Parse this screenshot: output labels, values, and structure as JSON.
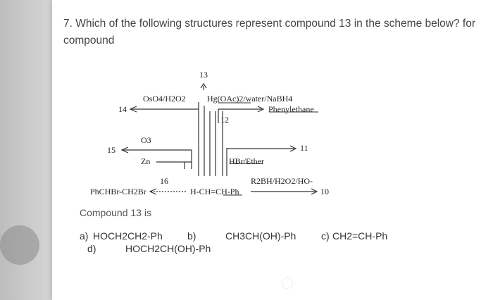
{
  "question": {
    "line1": "7. Which of the following structures represent compound 13 in the scheme below? for",
    "line2": "compound"
  },
  "scheme": {
    "num_13": "13",
    "num_14": "14",
    "num_15": "15",
    "num_16": "16",
    "num_12": "12",
    "num_11": "11",
    "num_10": "10",
    "reagent_oso4": "OsO4/H2O2",
    "reagent_o3": "O3",
    "reagent_zn": "Zn",
    "reagent_hg": "Hg(OAc)2/water/NaBH4",
    "reagent_hbr": "HBr/Ether",
    "reagent_borane": "R2BH/H2O2/HO-",
    "product_phenylethane": "Phenylethane",
    "dibromide": "PhCHBr-CH2Br",
    "alkene": "H-CH=CH-Ph"
  },
  "answer": {
    "label": "Compound 13 is",
    "a_label": "a)",
    "a_formula": "HOCH2CH2-Ph",
    "b_label": "b)",
    "b_formula": "CH3CH(OH)-Ph",
    "c_label": "c)",
    "c_formula": "CH2=CH-Ph",
    "d_label": "d)",
    "d_formula": "HOCH2CH(OH)-Ph"
  }
}
